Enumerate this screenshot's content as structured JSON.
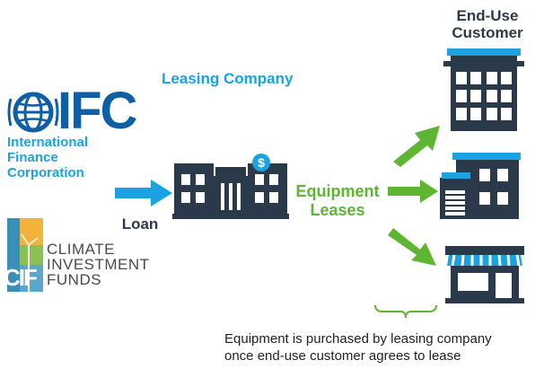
{
  "colors": {
    "ifc_blue": "#0f5fa6",
    "light_blue": "#1aa3e0",
    "green": "#5db531",
    "building_dark": "#2b3a4a"
  },
  "header": {
    "end_use_title": "End-Use Customer",
    "leasing_title": "Leasing Company"
  },
  "ifc": {
    "acronym": "IFC",
    "name_line1": "International",
    "name_line2": "Finance",
    "name_line3": "Corporation"
  },
  "cif": {
    "logo_letters": "CIF",
    "line1": "CLIMATE",
    "line2": "INVESTMENT",
    "line3": "FUNDS"
  },
  "flow": {
    "loan_label": "Loan",
    "leases_line1": "Equipment",
    "leases_line2": "Leases"
  },
  "caption": {
    "line1": "Equipment is purchased by leasing company",
    "line2": "once end-use customer agrees to lease"
  },
  "icons": {
    "globe": "globe-icon",
    "leasing_building": "bank-building-icon",
    "dollar": "dollar-icon",
    "office": "office-building-icon",
    "warehouse": "warehouse-icon",
    "store": "storefront-icon"
  }
}
